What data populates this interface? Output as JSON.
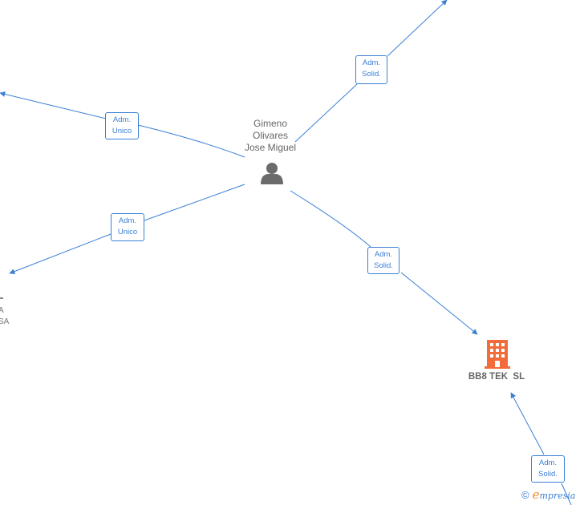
{
  "person": {
    "name_lines": [
      "Gimeno",
      "Olivares",
      "Jose Miguel"
    ]
  },
  "company": {
    "name": "BB8 TEK  SL"
  },
  "edges": [
    {
      "id": "upper-right",
      "role": [
        "Adm.",
        "Solid."
      ]
    },
    {
      "id": "upper-left",
      "role": [
        "Adm.",
        "Unico"
      ]
    },
    {
      "id": "lower-left",
      "role": [
        "Adm.",
        "Unico"
      ]
    },
    {
      "id": "to-company",
      "role": [
        "Adm.",
        "Solid."
      ]
    },
    {
      "id": "bottom-right",
      "role": [
        "Adm.",
        "Solid."
      ]
    }
  ],
  "offscreen_node": {
    "label_lines": [
      "A",
      "SA"
    ]
  },
  "watermark": {
    "copyright": "©",
    "brand_initial": "e",
    "brand_rest": "mpresia"
  },
  "colors": {
    "edge": "#3a7fd5",
    "company_icon": "#f26b3a",
    "person_icon": "#6b6b6b"
  }
}
